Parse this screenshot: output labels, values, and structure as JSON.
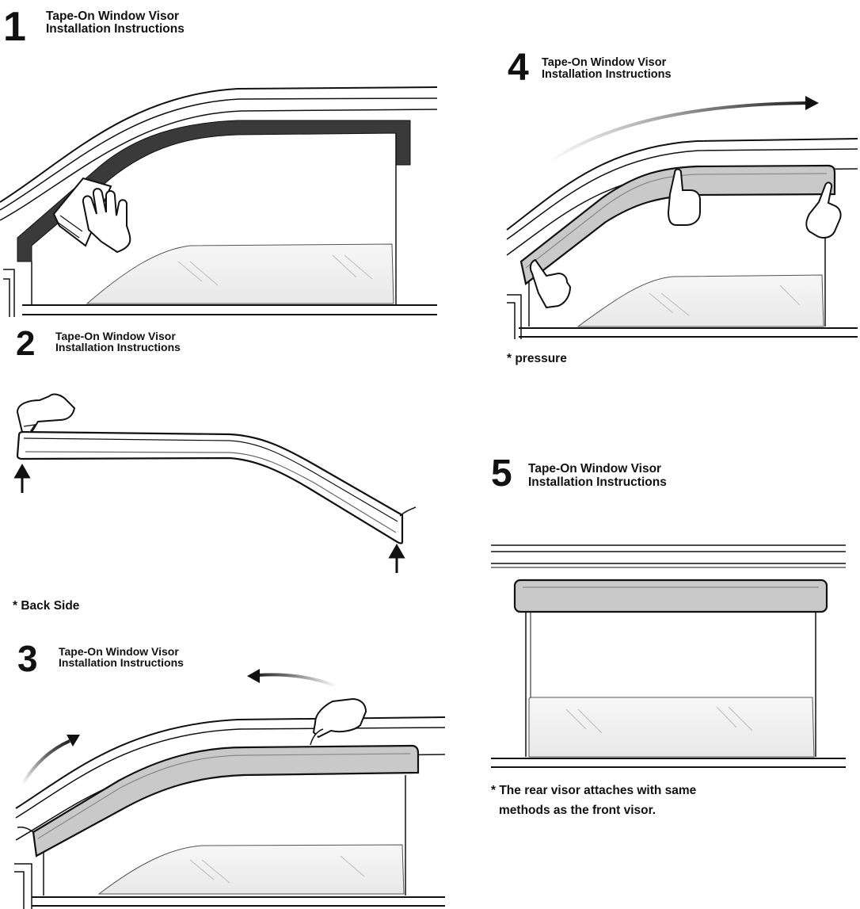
{
  "steps": [
    {
      "number": "1",
      "title_line1": "Tape-On Window Visor",
      "title_line2": "Installation Instructions"
    },
    {
      "number": "2",
      "title_line1": "Tape-On Window Visor",
      "title_line2": "Installation Instructions"
    },
    {
      "number": "3",
      "title_line1": "Tape-On Window Visor",
      "title_line2": "Installation Instructions"
    },
    {
      "number": "4",
      "title_line1": "Tape-On Window Visor",
      "title_line2": "Installation Instructions"
    },
    {
      "number": "5",
      "title_line1": "Tape-On Window Visor",
      "title_line2": "Installation Instructions"
    }
  ],
  "notes": {
    "back_side": "* Back Side",
    "pressure": "* pressure",
    "rear_visor_line1": "* The rear visor attaches with same",
    "rear_visor_line2": "methods as the front visor."
  },
  "colors": {
    "ink": "#111111",
    "visor_gray": "#c9c9c9",
    "tape_dark": "#3a3a3a",
    "glass": "#f2f2f2"
  }
}
